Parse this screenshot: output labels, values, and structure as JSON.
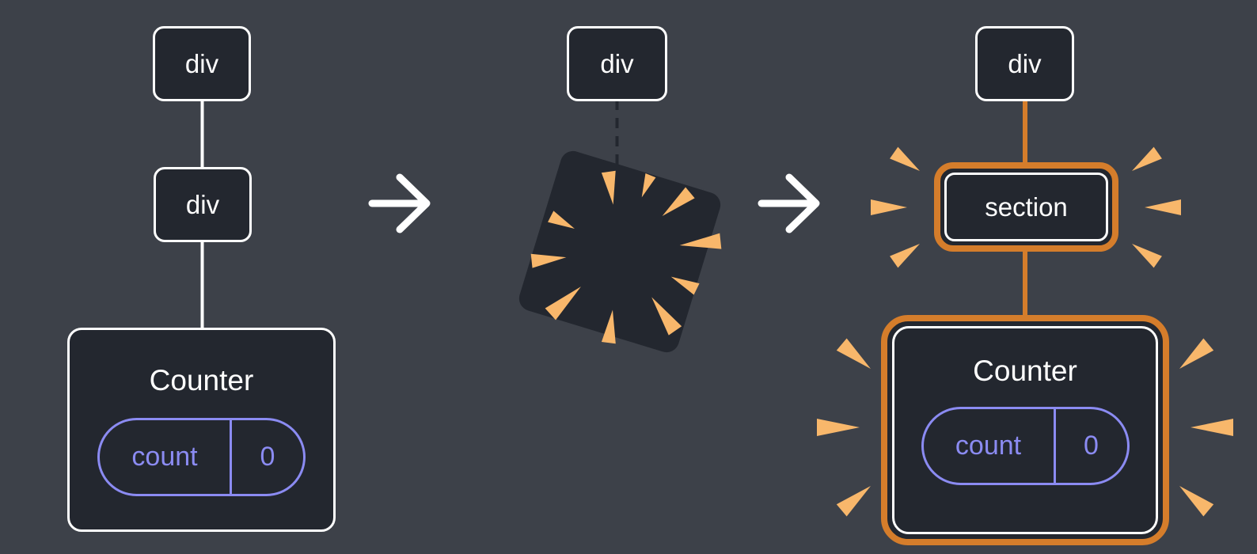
{
  "colors": {
    "background": "#3d4149",
    "node_fill": "#23272f",
    "node_border": "#ffffff",
    "connector_white": "#ffffff",
    "connector_dashed": "#23272f",
    "highlight_orange": "#d57d2b",
    "burst_orange": "#f8b76b",
    "state_purple": "#8b8bf2",
    "text": "#ffffff"
  },
  "icons": {
    "arrow_right": "→",
    "poof_burst": "radial orange wedges"
  },
  "stages": {
    "before": {
      "root_label": "div",
      "child_label": "div",
      "counter": {
        "title": "Counter",
        "state_label": "count",
        "state_value": "0"
      }
    },
    "during": {
      "root_label": "div"
    },
    "after": {
      "root_label": "div",
      "child_label": "section",
      "counter": {
        "title": "Counter",
        "state_label": "count",
        "state_value": "0"
      }
    }
  }
}
